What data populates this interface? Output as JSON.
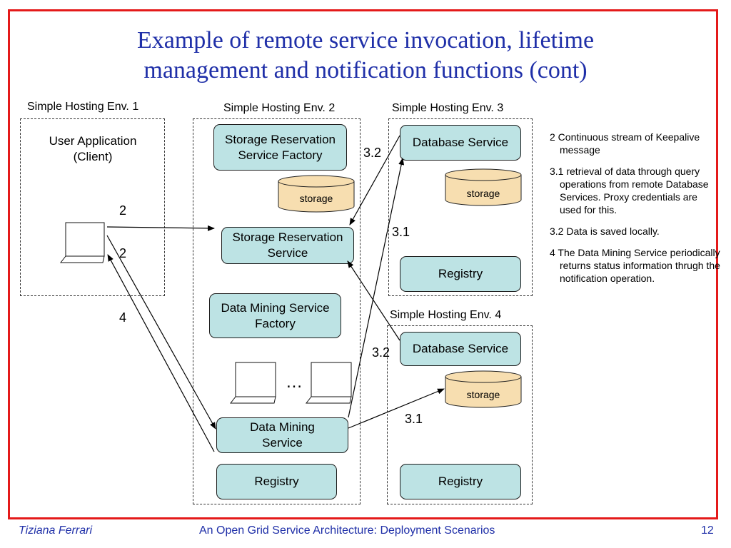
{
  "title": {
    "line1": "Example of remote service invocation, lifetime",
    "line2": "management and notification functions (cont)"
  },
  "environments": {
    "env1": {
      "label": "Simple Hosting Env. 1",
      "user_app": "User Application",
      "client": "(Client)"
    },
    "env2": {
      "label": "Simple Hosting Env. 2",
      "storage_factory": "Storage Reservation Service Factory",
      "storage": "storage",
      "storage_service": "Storage Reservation Service",
      "dm_factory": "Data Mining Service Factory",
      "ellipsis": "…",
      "dm_service": "Data Mining Service",
      "registry": "Registry"
    },
    "env3": {
      "label": "Simple Hosting Env. 3",
      "db_service": "Database Service",
      "storage": "storage",
      "registry": "Registry"
    },
    "env4": {
      "label": "Simple Hosting Env. 4",
      "db_service": "Database Service",
      "storage": "storage",
      "registry": "Registry"
    }
  },
  "arrow_labels": {
    "a": "2",
    "b": "2",
    "c": "4",
    "d": "3.2",
    "e": "3.1",
    "f": "3.2",
    "g": "3.1"
  },
  "notes": [
    "2 Continuous stream of Keepalive message",
    "3.1 retrieval of data through query operations from remote Database Services. Proxy credentials are used for this.",
    "3.2  Data is saved locally.",
    "4 The Data Mining Service periodically returns status information thrugh the notification operation."
  ],
  "footer": {
    "author": "Tiziana Ferrari",
    "subtitle": "An Open Grid Service Architecture: Deployment Scenarios",
    "page": "12"
  },
  "colors": {
    "frame": "#e41a1a",
    "title": "#1f2fa8",
    "service_box": "#bde3e4",
    "storage": "#f7deb0"
  }
}
